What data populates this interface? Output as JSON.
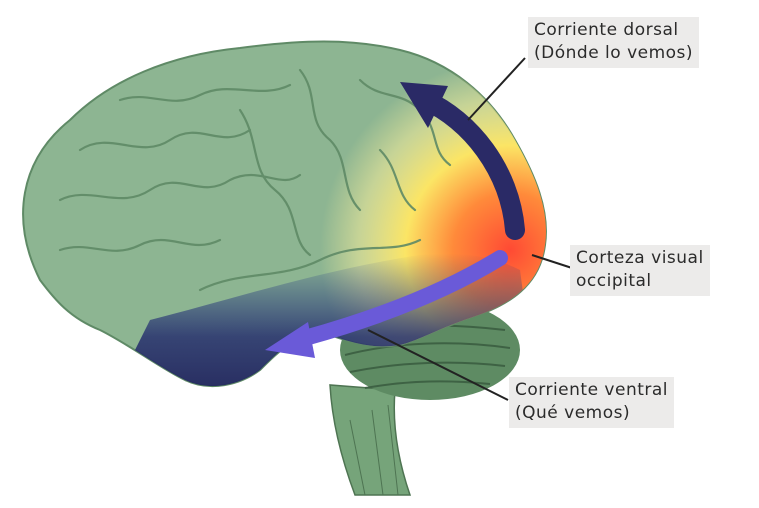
{
  "labels": {
    "dorsal": {
      "line1": "Corriente dorsal",
      "line2": "(Dónde lo vemos)"
    },
    "occipital": {
      "line1": "Corteza visual",
      "line2": "occipital"
    },
    "ventral": {
      "line1": "Corriente ventral",
      "line2": "(Qué vemos)"
    }
  },
  "colors": {
    "brain_green": "#8db592",
    "dorsal_region": "#f5e25a",
    "occipital_region": "#f15a3a",
    "ventral_region": "#2d2d6e",
    "dorsal_arrow": "#2a2a66",
    "ventral_arrow": "#6a5ad8",
    "cerebellum": "#4e7a55"
  }
}
